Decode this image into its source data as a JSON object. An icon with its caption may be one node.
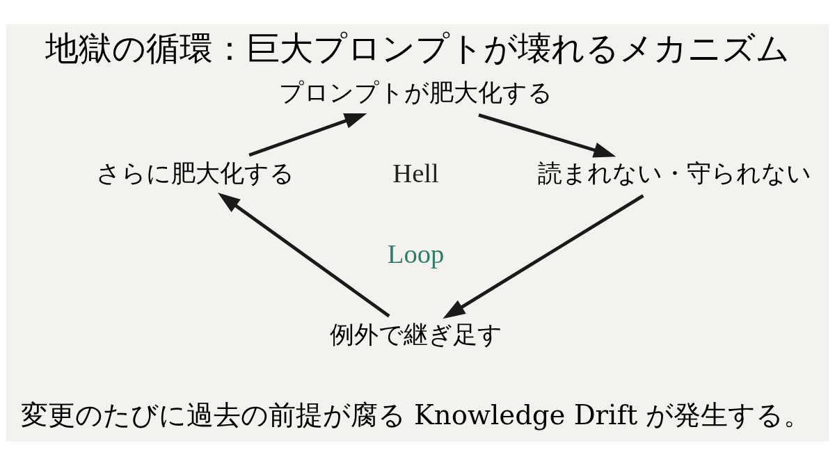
{
  "diagram": {
    "title": "地獄の循環：巨大プロンプトが壊れるメカニズム",
    "caption": "変更のたびに過去の前提が腐る Knowledge Drift が発生する。",
    "nodes": [
      {
        "text": [
          "プロンプトが肥大化する"
        ]
      },
      {
        "text": [
          "読まれない・守られない"
        ]
      },
      {
        "text": [
          "例外で継ぎ足す"
        ]
      },
      {
        "text": [
          "さらに肥大化する"
        ]
      }
    ],
    "edges": [
      {
        "from": 0,
        "to": 1,
        "arrow": "to"
      },
      {
        "from": 1,
        "to": 2,
        "arrow": "to"
      },
      {
        "from": 2,
        "to": 3,
        "arrow": "to"
      },
      {
        "from": 3,
        "to": 0,
        "arrow": "to"
      }
    ],
    "labels": [
      "Hell",
      "Loop"
    ]
  }
}
